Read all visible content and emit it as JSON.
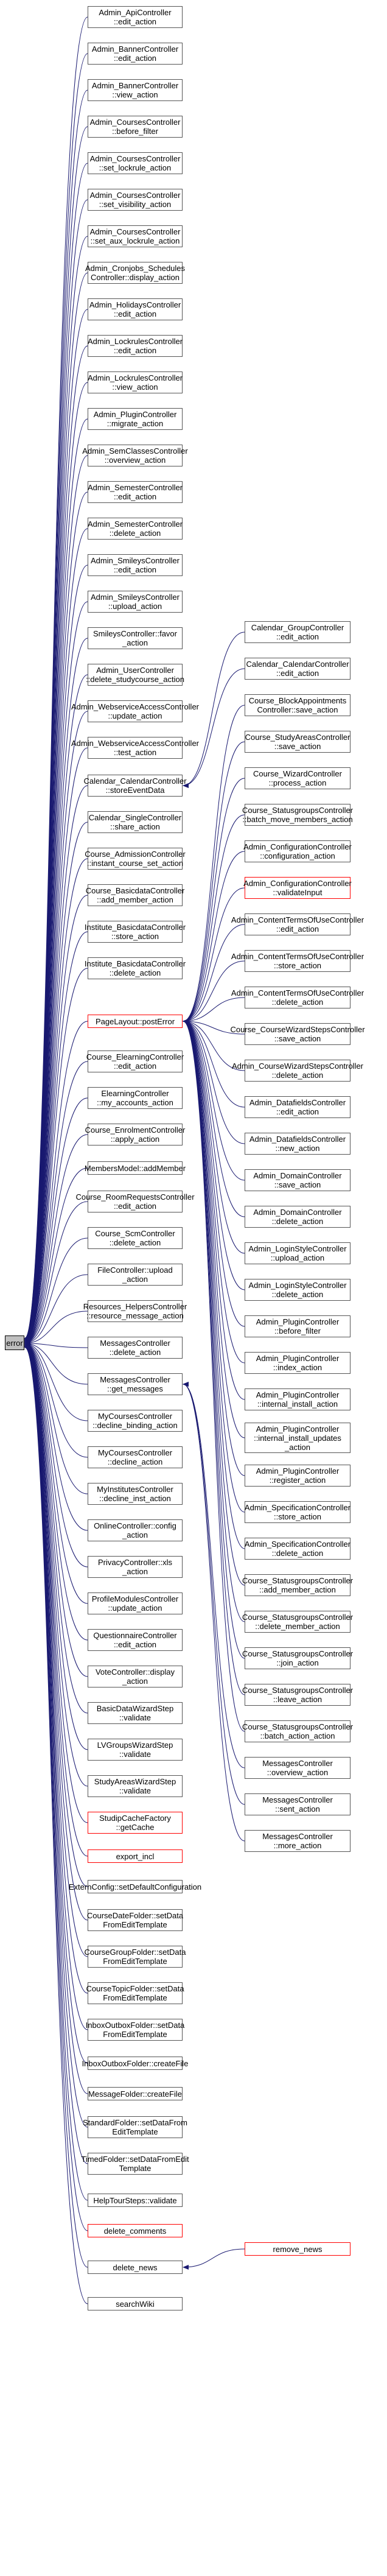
{
  "root": {
    "label": "error"
  },
  "left_nodes": [
    {
      "label": "Admin_ApiController\n::edit_action"
    },
    {
      "label": "Admin_BannerController\n::edit_action"
    },
    {
      "label": "Admin_BannerController\n::view_action"
    },
    {
      "label": "Admin_CoursesController\n::before_filter"
    },
    {
      "label": "Admin_CoursesController\n::set_lockrule_action"
    },
    {
      "label": "Admin_CoursesController\n::set_visibility_action"
    },
    {
      "label": "Admin_CoursesController\n::set_aux_lockrule_action"
    },
    {
      "label": "Admin_Cronjobs_Schedules\nController::display_action"
    },
    {
      "label": "Admin_HolidaysController\n::edit_action"
    },
    {
      "label": "Admin_LockrulesController\n::edit_action"
    },
    {
      "label": "Admin_LockrulesController\n::view_action"
    },
    {
      "label": "Admin_PluginController\n::migrate_action"
    },
    {
      "label": "Admin_SemClassesController\n::overview_action"
    },
    {
      "label": "Admin_SemesterController\n::edit_action"
    },
    {
      "label": "Admin_SemesterController\n::delete_action"
    },
    {
      "label": "Admin_SmileysController\n::edit_action"
    },
    {
      "label": "Admin_SmileysController\n::upload_action"
    },
    {
      "label": "SmileysController::favor\n_action"
    },
    {
      "label": "Admin_UserController\n::delete_studycourse_action"
    },
    {
      "label": "Admin_WebserviceAccessController\n::update_action"
    },
    {
      "label": "Admin_WebserviceAccessController\n::test_action"
    },
    {
      "label": "Calendar_CalendarController\n::storeEventData"
    },
    {
      "label": "Calendar_SingleController\n::share_action"
    },
    {
      "label": "Course_AdmissionController\n::instant_course_set_action"
    },
    {
      "label": "Course_BasicdataController\n::add_member_action"
    },
    {
      "label": "Institute_BasicdataController\n::store_action"
    },
    {
      "label": "Institute_BasicdataController\n::delete_action"
    },
    {
      "label": "PageLayout::postError",
      "red": true
    },
    {
      "label": "Course_ElearningController\n::edit_action"
    },
    {
      "label": "ElearningController\n::my_accounts_action"
    },
    {
      "label": "Course_EnrolmentController\n::apply_action"
    },
    {
      "label": "MembersModel::addMember"
    },
    {
      "label": "Course_RoomRequestsController\n::edit_action"
    },
    {
      "label": "Course_ScmController\n::delete_action"
    },
    {
      "label": "FileController::upload\n_action"
    },
    {
      "label": "Resources_HelpersController\n::resource_message_action"
    },
    {
      "label": "MessagesController\n::delete_action"
    },
    {
      "label": "MessagesController\n::get_messages"
    },
    {
      "label": "MyCoursesController\n::decline_binding_action"
    },
    {
      "label": "MyCoursesController\n::decline_action"
    },
    {
      "label": "MyInstitutesController\n::decline_inst_action"
    },
    {
      "label": "OnlineController::config\n_action"
    },
    {
      "label": "PrivacyController::xls\n_action"
    },
    {
      "label": "ProfileModulesController\n::update_action"
    },
    {
      "label": "QuestionnaireController\n::edit_action"
    },
    {
      "label": "VoteController::display\n_action"
    },
    {
      "label": "BasicDataWizardStep\n::validate"
    },
    {
      "label": "LVGroupsWizardStep\n::validate"
    },
    {
      "label": "StudyAreasWizardStep\n::validate"
    },
    {
      "label": "StudipCacheFactory\n::getCache",
      "red": true
    },
    {
      "label": "export_incl",
      "red": true
    },
    {
      "label": "ExternConfig::setDefaultConfiguration"
    },
    {
      "label": "CourseDateFolder::setData\nFromEditTemplate"
    },
    {
      "label": "CourseGroupFolder::setData\nFromEditTemplate"
    },
    {
      "label": "CourseTopicFolder::setData\nFromEditTemplate"
    },
    {
      "label": "InboxOutboxFolder::setData\nFromEditTemplate"
    },
    {
      "label": "InboxOutboxFolder::createFile"
    },
    {
      "label": "MessageFolder::createFile"
    },
    {
      "label": "StandardFolder::setDataFrom\nEditTemplate"
    },
    {
      "label": "TimedFolder::setDataFromEdit\nTemplate"
    },
    {
      "label": "HelpTourSteps::validate"
    },
    {
      "label": "delete_comments",
      "red": true
    },
    {
      "label": "delete_news"
    },
    {
      "label": "searchWiki"
    }
  ],
  "right_nodes": [
    {
      "label": "Calendar_GroupController\n::edit_action"
    },
    {
      "label": "Calendar_CalendarController\n::edit_action"
    },
    {
      "label": "Course_BlockAppointments\nController::save_action"
    },
    {
      "label": "Course_StudyAreasController\n::save_action"
    },
    {
      "label": "Course_WizardController\n::process_action"
    },
    {
      "label": "Course_StatusgroupsController\n::batch_move_members_action"
    },
    {
      "label": "Admin_ConfigurationController\n::configuration_action"
    },
    {
      "label": "Admin_ConfigurationController\n::validateInput",
      "red": true
    },
    {
      "label": "Admin_ContentTermsOfUseController\n::edit_action"
    },
    {
      "label": "Admin_ContentTermsOfUseController\n::store_action"
    },
    {
      "label": "Admin_ContentTermsOfUseController\n::delete_action"
    },
    {
      "label": "Course_CourseWizardStepsController\n::save_action"
    },
    {
      "label": "Admin_CourseWizardStepsController\n::delete_action"
    },
    {
      "label": "Admin_DatafieldsController\n::edit_action"
    },
    {
      "label": "Admin_DatafieldsController\n::new_action"
    },
    {
      "label": "Admin_DomainController\n::save_action"
    },
    {
      "label": "Admin_DomainController\n::delete_action"
    },
    {
      "label": "Admin_LoginStyleController\n::upload_action"
    },
    {
      "label": "Admin_LoginStyleController\n::delete_action"
    },
    {
      "label": "Admin_PluginController\n::before_filter"
    },
    {
      "label": "Admin_PluginController\n::index_action"
    },
    {
      "label": "Admin_PluginController\n::internal_install_action"
    },
    {
      "label": "Admin_PluginController\n::internal_install_updates\n_action"
    },
    {
      "label": "Admin_PluginController\n::register_action"
    },
    {
      "label": "Admin_SpecificationController\n::store_action"
    },
    {
      "label": "Admin_SpecificationController\n::delete_action"
    },
    {
      "label": "Course_StatusgroupsController\n::add_member_action"
    },
    {
      "label": "Course_StatusgroupsController\n::delete_member_action"
    },
    {
      "label": "Course_StatusgroupsController\n::join_action"
    },
    {
      "label": "Course_StatusgroupsController\n::leave_action"
    },
    {
      "label": "Course_StatusgroupsController\n::batch_action_action"
    },
    {
      "label": "MessagesController\n::overview_action"
    },
    {
      "label": "MessagesController\n::sent_action"
    },
    {
      "label": "MessagesController\n::more_action"
    },
    {
      "label": "remove_news",
      "red": true
    }
  ],
  "edges": [
    {
      "from": "R0",
      "to": "L21"
    },
    {
      "from": "R1",
      "to": "L21"
    },
    {
      "from": "R2",
      "to": "L27"
    },
    {
      "from": "R3",
      "to": "L27"
    },
    {
      "from": "R4",
      "to": "L27"
    },
    {
      "from": "R5",
      "to": "L27"
    },
    {
      "from": "R6",
      "to": "L27"
    },
    {
      "from": "R7",
      "to": "L27"
    },
    {
      "from": "R8",
      "to": "L27"
    },
    {
      "from": "R9",
      "to": "L27"
    },
    {
      "from": "R10",
      "to": "L27"
    },
    {
      "from": "R11",
      "to": "L27"
    },
    {
      "from": "R12",
      "to": "L27"
    },
    {
      "from": "R13",
      "to": "L27"
    },
    {
      "from": "R14",
      "to": "L27"
    },
    {
      "from": "R15",
      "to": "L27"
    },
    {
      "from": "R16",
      "to": "L27"
    },
    {
      "from": "R17",
      "to": "L27"
    },
    {
      "from": "R18",
      "to": "L27"
    },
    {
      "from": "R19",
      "to": "L27"
    },
    {
      "from": "R20",
      "to": "L27"
    },
    {
      "from": "R21",
      "to": "L27"
    },
    {
      "from": "R22",
      "to": "L27"
    },
    {
      "from": "R23",
      "to": "L27"
    },
    {
      "from": "R24",
      "to": "L27"
    },
    {
      "from": "R25",
      "to": "L27"
    },
    {
      "from": "R26",
      "to": "L27"
    },
    {
      "from": "R27",
      "to": "L27"
    },
    {
      "from": "R28",
      "to": "L27"
    },
    {
      "from": "R29",
      "to": "L27"
    },
    {
      "from": "R30",
      "to": "L27"
    },
    {
      "from": "R31",
      "to": "L37"
    },
    {
      "from": "R32",
      "to": "L37"
    },
    {
      "from": "R33",
      "to": "L37"
    },
    {
      "from": "R34",
      "to": "L62"
    }
  ]
}
